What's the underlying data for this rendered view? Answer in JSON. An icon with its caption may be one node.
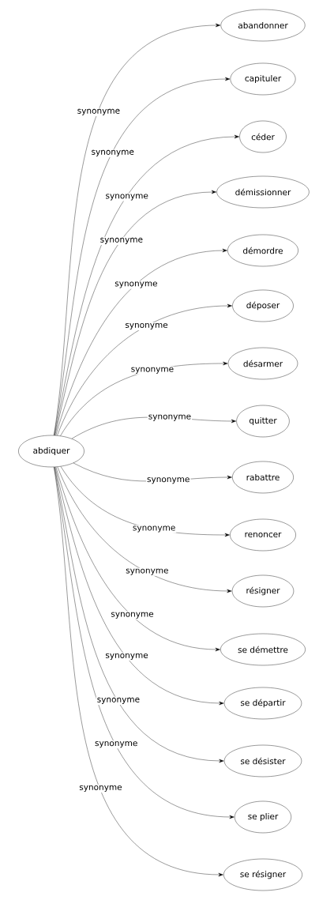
{
  "diagram": {
    "nodes": [
      {
        "text": [
          "abdiquer"
        ]
      },
      {
        "text": [
          "abandonner"
        ]
      },
      {
        "text": [
          "capituler"
        ]
      },
      {
        "text": [
          "céder"
        ]
      },
      {
        "text": [
          "démissionner"
        ]
      },
      {
        "text": [
          "démordre"
        ]
      },
      {
        "text": [
          "déposer"
        ]
      },
      {
        "text": [
          "désarmer"
        ]
      },
      {
        "text": [
          "quitter"
        ]
      },
      {
        "text": [
          "rabattre"
        ]
      },
      {
        "text": [
          "renoncer"
        ]
      },
      {
        "text": [
          "résigner"
        ]
      },
      {
        "text": [
          "se démettre"
        ]
      },
      {
        "text": [
          "se départir"
        ]
      },
      {
        "text": [
          "se désister"
        ]
      },
      {
        "text": [
          "se plier"
        ]
      },
      {
        "text": [
          "se résigner"
        ]
      }
    ],
    "edges": [
      {
        "from": 0,
        "to": 1,
        "arrow": "to",
        "label": "synonyme"
      },
      {
        "from": 0,
        "to": 2,
        "arrow": "to",
        "label": "synonyme"
      },
      {
        "from": 0,
        "to": 3,
        "arrow": "to",
        "label": "synonyme"
      },
      {
        "from": 0,
        "to": 4,
        "arrow": "to",
        "label": "synonyme"
      },
      {
        "from": 0,
        "to": 5,
        "arrow": "to",
        "label": "synonyme"
      },
      {
        "from": 0,
        "to": 6,
        "arrow": "to",
        "label": "synonyme"
      },
      {
        "from": 0,
        "to": 7,
        "arrow": "to",
        "label": "synonyme"
      },
      {
        "from": 0,
        "to": 8,
        "arrow": "to",
        "label": "synonyme"
      },
      {
        "from": 0,
        "to": 9,
        "arrow": "to",
        "label": "synonyme"
      },
      {
        "from": 0,
        "to": 10,
        "arrow": "to",
        "label": "synonyme"
      },
      {
        "from": 0,
        "to": 11,
        "arrow": "to",
        "label": "synonyme"
      },
      {
        "from": 0,
        "to": 12,
        "arrow": "to",
        "label": "synonyme"
      },
      {
        "from": 0,
        "to": 13,
        "arrow": "to",
        "label": "synonyme"
      },
      {
        "from": 0,
        "to": 14,
        "arrow": "to",
        "label": "synonyme"
      },
      {
        "from": 0,
        "to": 15,
        "arrow": "to",
        "label": "synonyme"
      },
      {
        "from": 0,
        "to": 16,
        "arrow": "to",
        "label": "synonyme"
      }
    ]
  }
}
